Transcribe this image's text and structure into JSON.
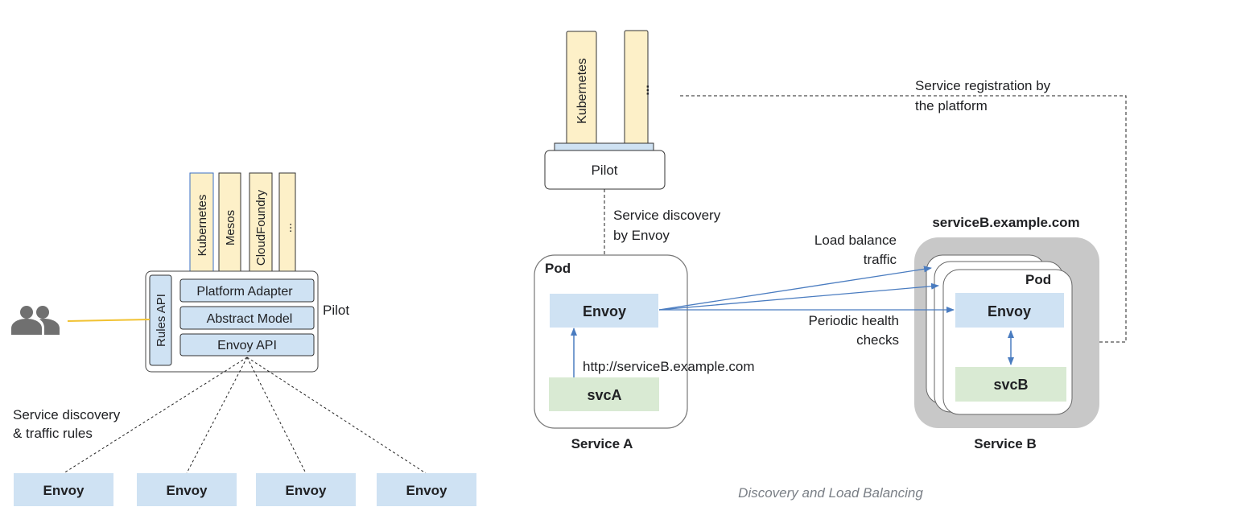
{
  "left": {
    "platforms": [
      "Kubernetes",
      "Mesos",
      "CloudFoundry",
      "..."
    ],
    "rules_api": "Rules API",
    "layers": [
      "Platform Adapter",
      "Abstract Model",
      "Envoy API"
    ],
    "pilot_label": "Pilot",
    "dispatch_label_1": "Service discovery",
    "dispatch_label_2": "& traffic rules",
    "envoys": [
      "Envoy",
      "Envoy",
      "Envoy",
      "Envoy"
    ]
  },
  "right": {
    "platform_1": "Kubernetes",
    "platform_2": "...",
    "pilot": "Pilot",
    "registration_1": "Service registration by",
    "registration_2": "the platform",
    "discovery_1": "Service discovery",
    "discovery_2": "by Envoy",
    "pod_a_label": "Pod",
    "envoy_a": "Envoy",
    "svc_a": "svcA",
    "url": "http://serviceB.example.com",
    "service_a": "Service A",
    "lb_1": "Load balance",
    "lb_2": "traffic",
    "health_1": "Periodic health",
    "health_2": "checks",
    "service_b_host": "serviceB.example.com",
    "pod_b_label": "Pod",
    "envoy_b": "Envoy",
    "svc_b": "svcB",
    "service_b": "Service B"
  },
  "caption": "Discovery and Load Balancing",
  "colors": {
    "platform_fill": "#fdf0c8",
    "envoy_fill": "#cfe2f3",
    "svc_fill": "#d9ead3",
    "arrow": "#4a7cc0",
    "user_line": "#f1c232",
    "cluster": "#c8c8c8"
  }
}
